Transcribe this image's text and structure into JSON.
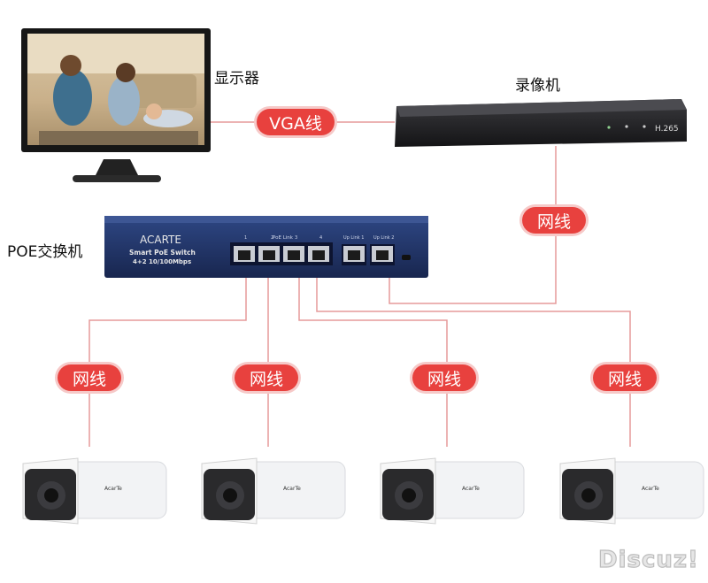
{
  "labels": {
    "monitor": "显示器",
    "nvr": "录像机",
    "poe_switch": "POE交换机"
  },
  "cables": {
    "vga": "VGA线",
    "network": "网线"
  },
  "switch_panel": {
    "brand": "ACARTE",
    "model": "Smart PoE Switch",
    "spec": "4+2 10/100Mbps",
    "poe_link": "PoE Link",
    "port_numbers": [
      "1",
      "2",
      "3",
      "4"
    ],
    "uplink_1": "Up Link 1",
    "uplink_2": "Up Link 2"
  },
  "nvr_panel": {
    "codec": "H.265"
  },
  "camera": {
    "brand": "AcarTe"
  },
  "watermark": "Discuz!",
  "colors": {
    "accent_red": "#e8413e",
    "cable_line": "#e59a9a",
    "device_dark": "#1f1f22",
    "switch_blue": "#22356b"
  }
}
